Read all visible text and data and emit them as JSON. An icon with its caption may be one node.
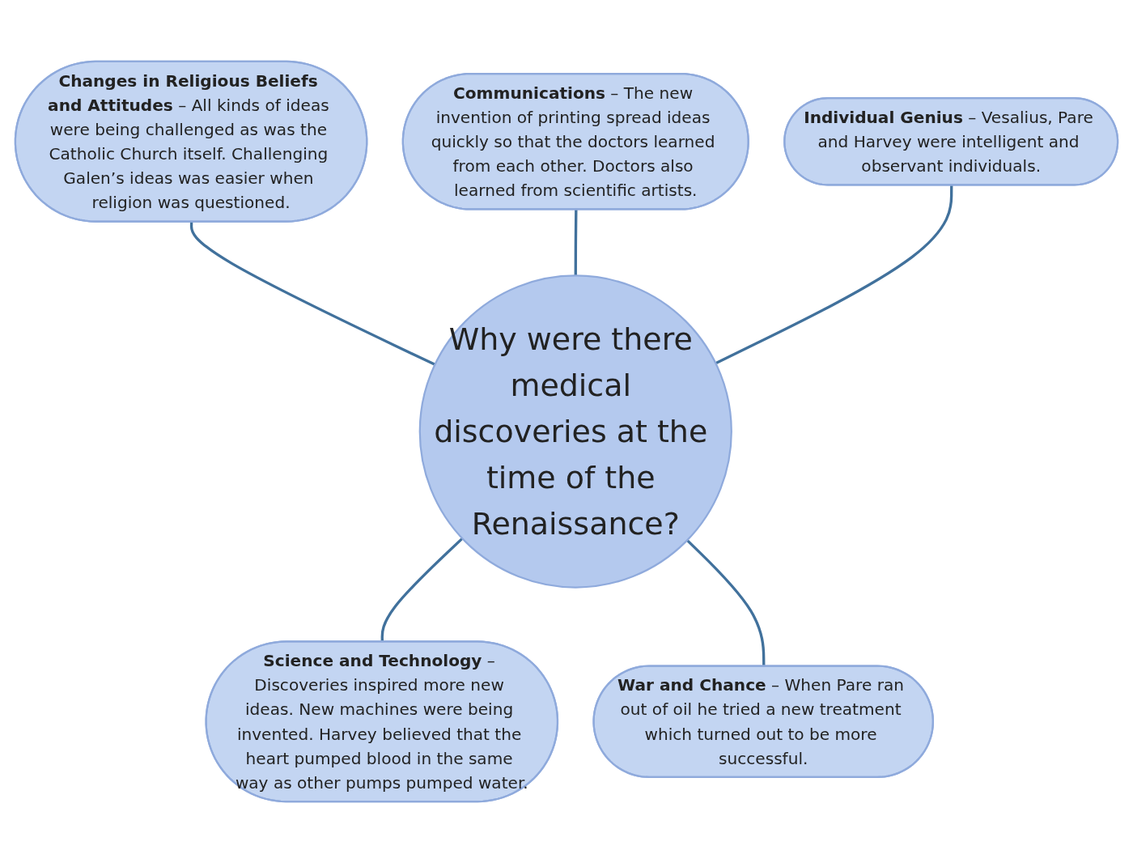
{
  "diagram": {
    "nodes": [
      {
        "text": [
          "**Changes in Religious Beliefs and Attitudes** – All kinds of ideas were being challenged as was the Catholic Church itself. Challenging Galen’s ideas was easier when religion was questioned."
        ]
      },
      {
        "text": [
          "**Communications** – The new invention of printing spread ideas quickly so that the doctors learned from each other. Doctors also learned from scientific artists."
        ]
      },
      {
        "text": [
          "**Individual Genius** – Vesalius, Pare and Harvey were intelligent and observant individuals."
        ]
      },
      {
        "text": [
          "Why were there medical discoveries at the time of the Renaissance?"
        ]
      },
      {
        "text": [
          "**Science and Technology** – Discoveries inspired more new ideas. New machines were being invented. Harvey believed that the heart pumped blood in the same way as other pumps pumped water."
        ]
      },
      {
        "text": [
          "**War and Chance** – When Pare ran out of oil he tried a new treatment which turned out to be more successful."
        ]
      }
    ],
    "edges": [
      {
        "from": 0,
        "to": 3,
        "arrow": "none"
      },
      {
        "from": 1,
        "to": 3,
        "arrow": "none"
      },
      {
        "from": 2,
        "to": 3,
        "arrow": "none"
      },
      {
        "from": 3,
        "to": 4,
        "arrow": "none"
      },
      {
        "from": 3,
        "to": 5,
        "arrow": "none"
      }
    ]
  }
}
